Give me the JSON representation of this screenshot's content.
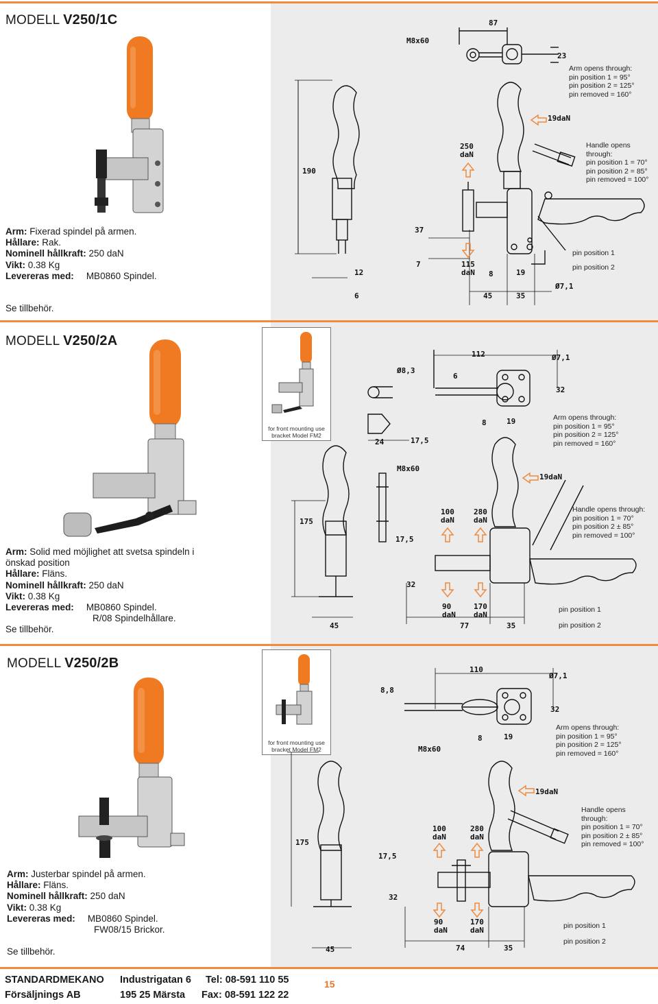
{
  "sections": [
    {
      "model_prefix": "MODELL",
      "model_code": "V250/1C",
      "specs": [
        {
          "key": "Arm:",
          "value": "Fixerad spindel på armen."
        },
        {
          "key": "Hållare:",
          "value": "Rak."
        },
        {
          "key": "Nominell hållkraft:",
          "value": "250 daN"
        },
        {
          "key": "Vikt:",
          "value": "0.38 Kg"
        },
        {
          "key": "Levereras med:",
          "value": "MB0860 Spindel."
        }
      ],
      "see": "Se tillbehör.",
      "arm_opens": [
        "Arm opens through:",
        "pin position 1 = 95°",
        "pin position 2 = 125°",
        "pin removed  = 160°"
      ],
      "handle_opens": [
        "Handle opens",
        "through:",
        "pin position 1 = 70°",
        "pin position 2 = 85°",
        "pin removed  = 100°"
      ],
      "pin1": "pin position 1",
      "pin2": "pin position 2",
      "dims": {
        "a": "M8x60",
        "b": "87",
        "c": "23",
        "d": "190",
        "e": "250",
        "f": "daN",
        "g": "19daN",
        "h": "37",
        "i": "7",
        "j": "115",
        "k": "daN",
        "l": "12",
        "m": "6",
        "n": "8",
        "o": "19",
        "p": "Ø7,1",
        "q": "45",
        "r": "35"
      }
    },
    {
      "model_prefix": "MODELL",
      "model_code": "V250/2A",
      "specs": [
        {
          "key": "Arm:",
          "value": "Solid med möjlighet att svetsa spindeln i"
        },
        {
          "key": "",
          "value": "önskad position"
        },
        {
          "key": "Hållare:",
          "value": "Fläns."
        },
        {
          "key": "Nominell hållkraft:",
          "value": "250 daN"
        },
        {
          "key": "Vikt:",
          "value": "0.38 Kg"
        },
        {
          "key": "Levereras med:",
          "value": "MB0860 Spindel."
        }
      ],
      "extra_line": "R/08 Spindelhållare.",
      "see": "Se tillbehör.",
      "inset_caption": [
        "for front mounting use",
        "bracket Model FM2"
      ],
      "arm_opens": [
        "Arm opens through:",
        "pin position 1 = 95°",
        "pin position 2 = 125°",
        "pin removed  = 160°"
      ],
      "handle_opens": [
        "Handle opens through:",
        "pin position 1 = 70°",
        "pin position 2 ± 85°",
        "pin removed  = 100°"
      ],
      "pin1": "pin position 1",
      "pin2": "pin position 2",
      "dims": {
        "a": "112",
        "b": "Ø7,1",
        "c": "Ø8,3",
        "d": "6",
        "e": "32",
        "f": "8",
        "g": "19",
        "h": "24",
        "i": "17,5",
        "j": "M8x60",
        "k": "19daN",
        "l": "175",
        "m": "100",
        "n": "280",
        "o": "17,5",
        "p": "32",
        "q": "90",
        "r": "170",
        "s": "45",
        "t": "77",
        "u": "35",
        "v": "daN"
      }
    },
    {
      "model_prefix": "MODELL",
      "model_code": "V250/2B",
      "specs": [
        {
          "key": "Arm:",
          "value": "Justerbar spindel på armen."
        },
        {
          "key": "Hållare:",
          "value": "Fläns."
        },
        {
          "key": "Nominell hållkraft:",
          "value": "250 daN"
        },
        {
          "key": "Vikt:",
          "value": "0.38 Kg"
        },
        {
          "key": "Levereras med:",
          "value": "MB0860 Spindel."
        }
      ],
      "extra_line": "FW08/15 Brickor.",
      "see": "Se tillbehör.",
      "inset_caption": [
        "for front mounting use",
        "bracket Model FM2"
      ],
      "arm_opens": [
        "Arm opens through:",
        "pin position 1 = 95°",
        "pin position 2 = 125°",
        "pin removed  = 160°"
      ],
      "handle_opens": [
        "Handle opens",
        "through:",
        "pin position 1 = 70°",
        "pin position 2 ± 85°",
        "pin removed  = 100°"
      ],
      "pin1": "pin position 1",
      "pin2": "pin position 2",
      "dims": {
        "a": "110",
        "b": "Ø7,1",
        "c": "8,8",
        "d": "32",
        "e": "8",
        "f": "19",
        "g": "M8x60",
        "h": "19daN",
        "i": "175",
        "j": "17,5",
        "k": "100",
        "l": "280",
        "m": "32",
        "n": "90",
        "o": "170",
        "p": "45",
        "q": "74",
        "r": "35",
        "s": "daN"
      }
    }
  ],
  "footer": {
    "company1": "STANDARDMEKANO",
    "company2": "Försäljnings AB",
    "street": "Industrigatan 6",
    "city": "195 25 Märsta",
    "tel": "Tel: 08-591 110 55",
    "fax": "Fax: 08-591 122 22",
    "page": "15"
  },
  "colors": {
    "accent": "#f08a3c",
    "handle": "#f07a22",
    "panel": "#ececec",
    "page_number": "#e8762c"
  }
}
